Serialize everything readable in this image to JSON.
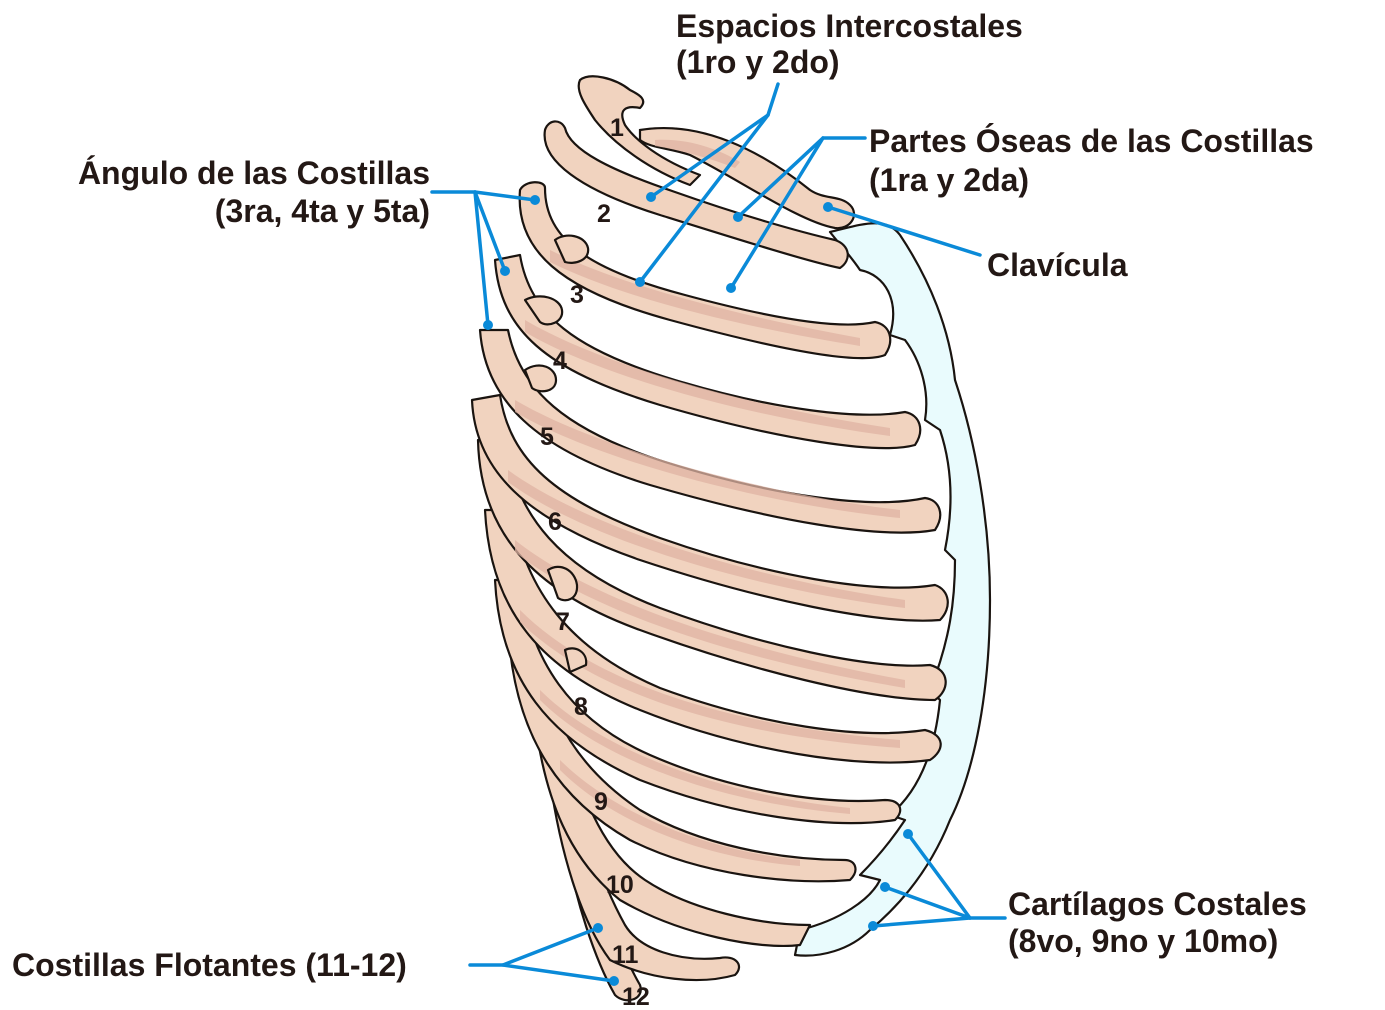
{
  "labels": {
    "espacios_title": "Espacios Intercostales",
    "espacios_sub": "(1ro y 2do)",
    "partes_title": "Partes Óseas de las Costillas",
    "partes_sub": "(1ra y 2da)",
    "angulo_title": "Ángulo de las Costillas",
    "angulo_sub": "(3ra, 4ta y 5ta)",
    "clavicula": "Clavícula",
    "cartilagos_title": "Cartílagos Costales",
    "cartilagos_sub": "(8vo, 9no y 10mo)",
    "flotantes": "Costillas Flotantes (11-12)"
  },
  "rib_numbers": [
    "1",
    "2",
    "3",
    "4",
    "5",
    "6",
    "7",
    "8",
    "9",
    "10",
    "11",
    "12"
  ],
  "colors": {
    "bone": "#f1d3bf",
    "bone_shade": "#dfb3a3",
    "cartilage": "#e9fbfd",
    "leader": "#0a8ad8",
    "outline": "#1a1410",
    "text": "#231815"
  }
}
